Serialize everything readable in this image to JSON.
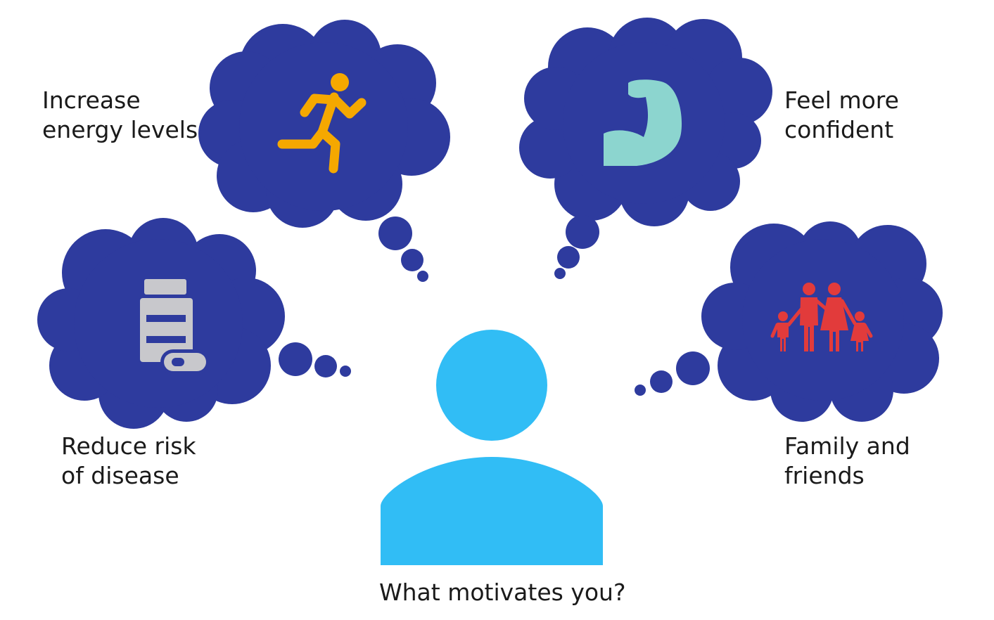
{
  "colors": {
    "cloud": "#2e3b9e",
    "person": "#31bdf5",
    "runner": "#f5a800",
    "muscle": "#8cd5cf",
    "pills": "#c8c8cc",
    "family": "#e23b3b"
  },
  "motivations": [
    {
      "id": "energy",
      "icon": "running-person-icon",
      "line1": "Increase",
      "line2": "energy levels"
    },
    {
      "id": "confident",
      "icon": "flexed-arm-icon",
      "line1": "Feel more",
      "line2": "confident"
    },
    {
      "id": "disease",
      "icon": "pill-bottle-icon",
      "line1": "Reduce risk",
      "line2": "of disease"
    },
    {
      "id": "family",
      "icon": "family-icon",
      "line1": "Family and",
      "line2": "friends"
    }
  ],
  "question": "What motivates you?"
}
